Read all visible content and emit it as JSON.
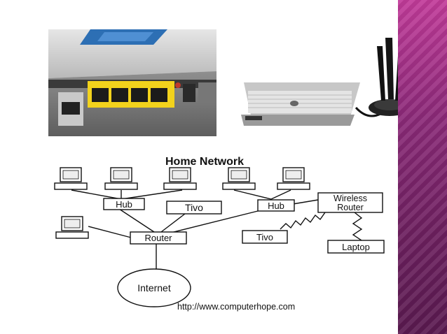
{
  "slide": {
    "accent_color": "#8c2a79"
  },
  "photos": {
    "router_back": {
      "icon": "router-ports-photo"
    },
    "wireless_router": {
      "icon": "wireless-router-photo"
    }
  },
  "diagram": {
    "title": "Home Network",
    "nodes": {
      "hub_left": "Hub",
      "tivo_top": "Tivo",
      "hub_right": "Hub",
      "wireless_router_line1": "Wireless",
      "wireless_router_line2": "Router",
      "router": "Router",
      "tivo_bottom": "Tivo",
      "laptop": "Laptop",
      "internet": "Internet"
    },
    "credit": "http://www.computerhope.com"
  }
}
